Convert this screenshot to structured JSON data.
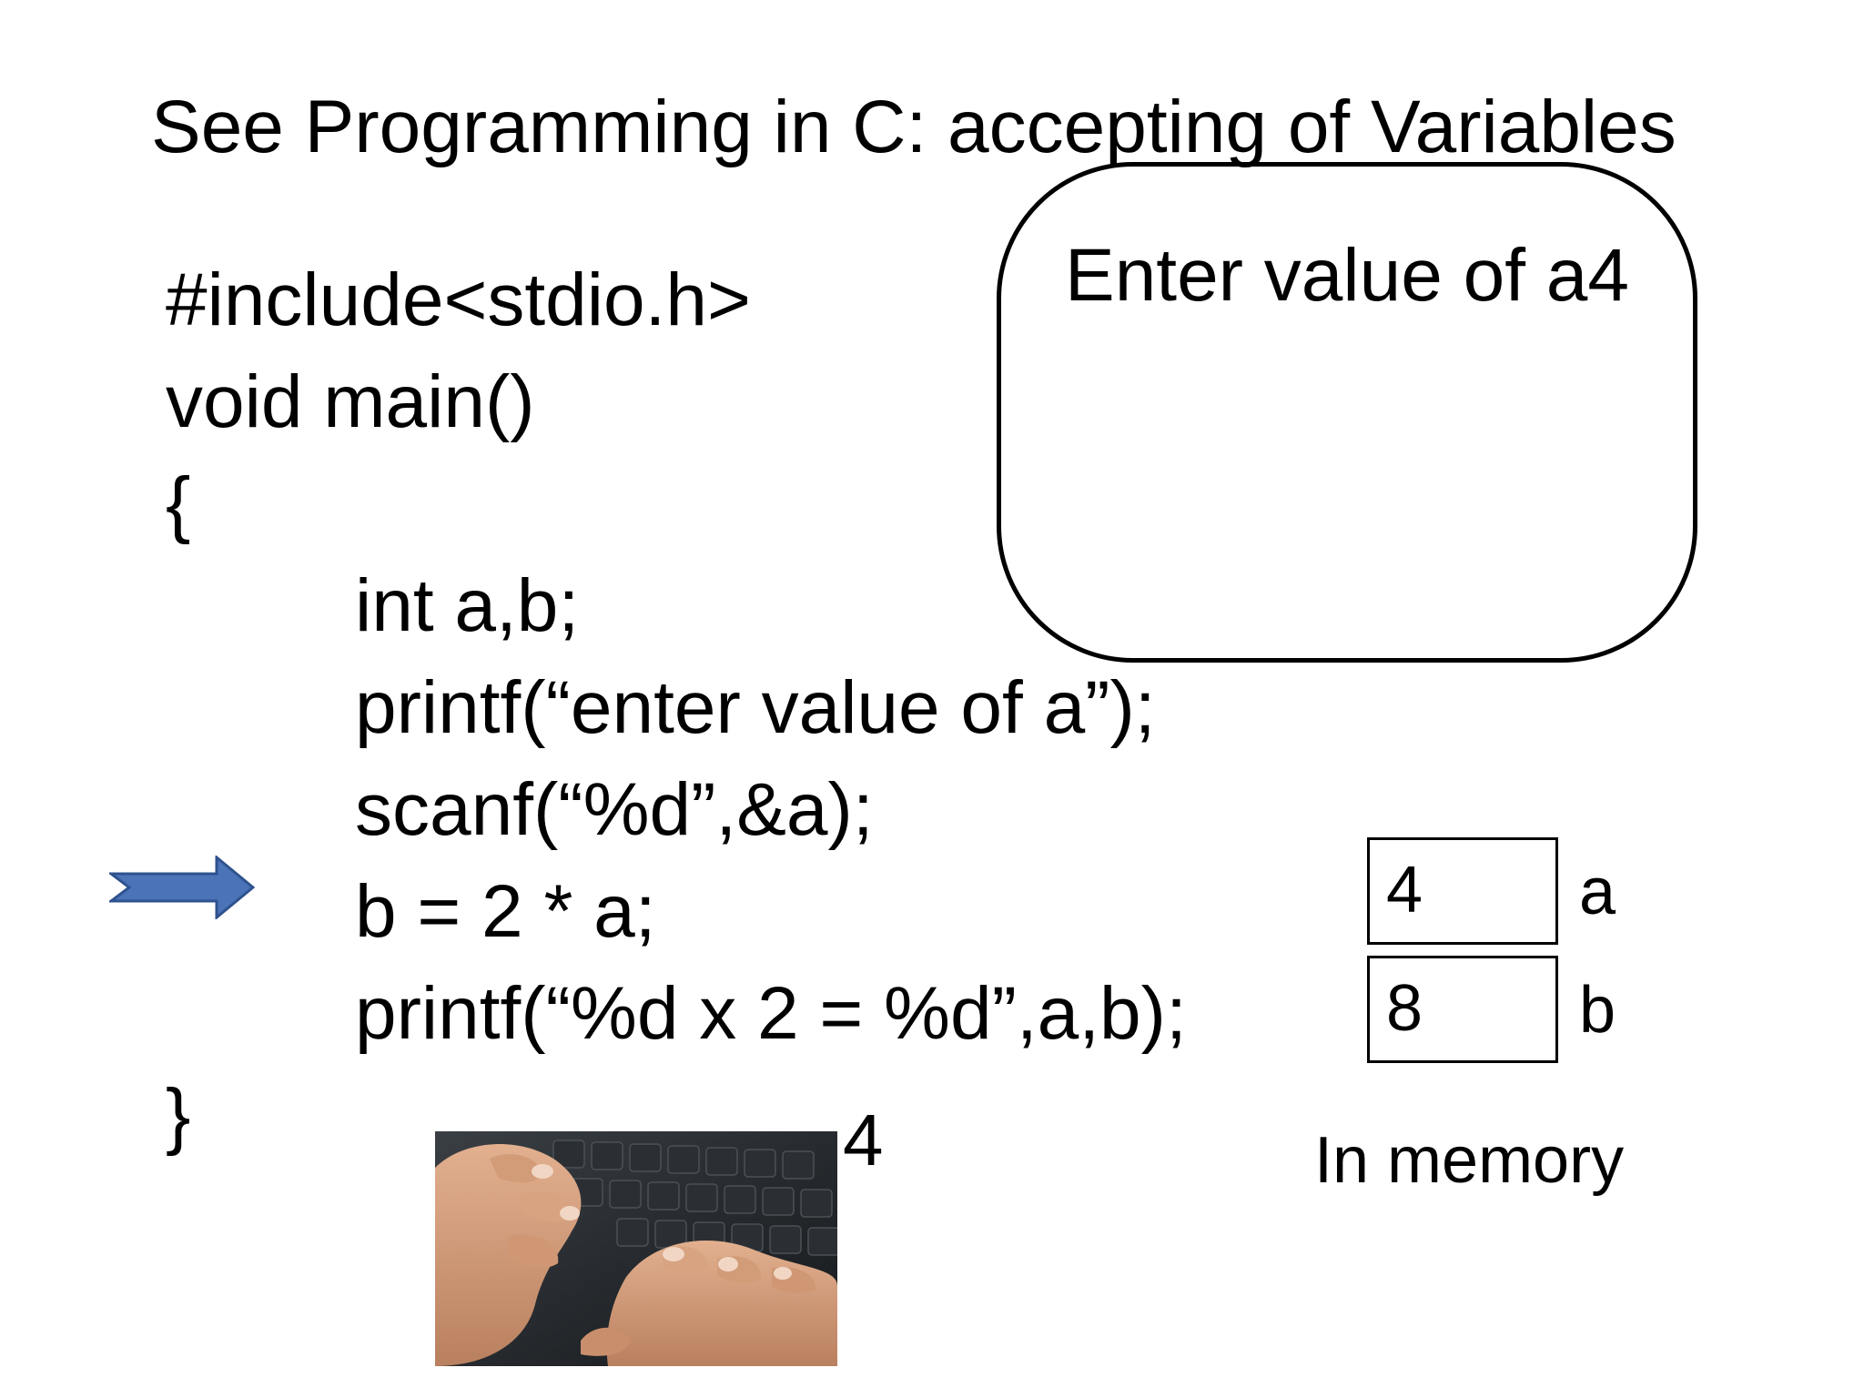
{
  "slide": {
    "title": "See Programming in C: accepting of Variables"
  },
  "code": {
    "lines": [
      "#include<stdio.h>",
      "void main()",
      "{",
      "int a,b;",
      "printf(“enter value of a”);",
      "scanf(“%d”,&a);",
      "b = 2 * a;",
      "printf(“%d x 2 = %d”,a,b);",
      "}"
    ]
  },
  "console": {
    "output": "Enter value of a4"
  },
  "memory": {
    "cells": [
      {
        "value": "4",
        "name": "a"
      },
      {
        "value": "8",
        "name": "b"
      }
    ],
    "caption": "In memory"
  },
  "input": {
    "typed_value": "4"
  },
  "colors": {
    "arrow_fill": "#4a74b7",
    "arrow_stroke": "#2f528f"
  },
  "icons": {
    "pointer": "right-arrow-icon",
    "photo": "hands-typing-keyboard"
  }
}
